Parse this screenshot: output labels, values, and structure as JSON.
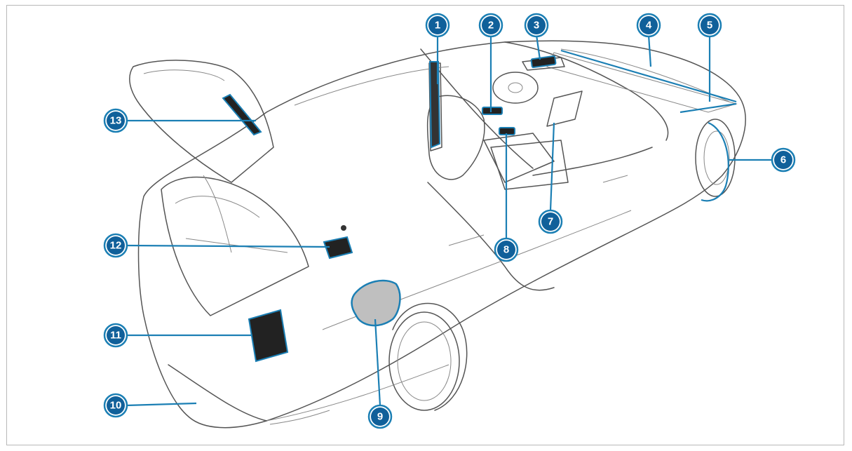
{
  "diagram": {
    "markers": [
      {
        "id": "1",
        "label": "1"
      },
      {
        "id": "2",
        "label": "2"
      },
      {
        "id": "3",
        "label": "3"
      },
      {
        "id": "4",
        "label": "4"
      },
      {
        "id": "5",
        "label": "5"
      },
      {
        "id": "6",
        "label": "6"
      },
      {
        "id": "7",
        "label": "7"
      },
      {
        "id": "8",
        "label": "8"
      },
      {
        "id": "9",
        "label": "9"
      },
      {
        "id": "10",
        "label": "10"
      },
      {
        "id": "11",
        "label": "11"
      },
      {
        "id": "12",
        "label": "12"
      },
      {
        "id": "13",
        "label": "13"
      }
    ],
    "colors": {
      "accent": "#1b7fb4",
      "marker_fill": "#10609a",
      "outline": "#555555",
      "frame": "#b8b8b8"
    }
  }
}
